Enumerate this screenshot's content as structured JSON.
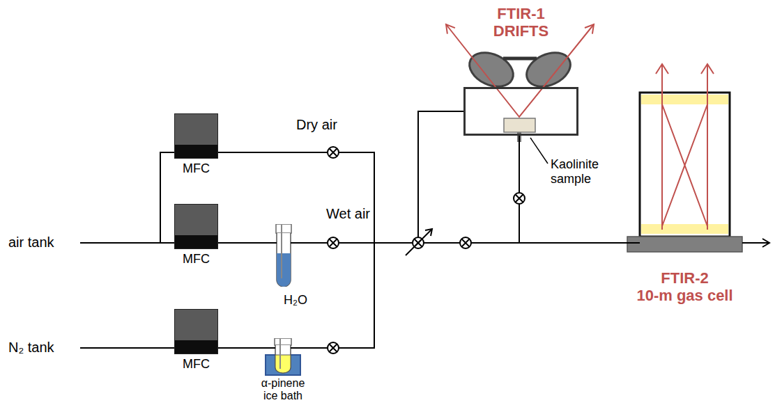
{
  "diagram": {
    "nodes": [
      {
        "text": [
          "MFC"
        ]
      },
      {
        "text": [
          "MFC"
        ]
      },
      {
        "text": [
          "H₂O"
        ]
      },
      {
        "text": [
          "MFC"
        ]
      },
      {
        "text": [
          "α-pinene ice bath"
        ]
      },
      {
        "text": [
          "FTIR-1",
          "DRIFTS"
        ]
      },
      {
        "text": [
          "FTIR-2",
          "10-m gas cell"
        ]
      }
    ],
    "edges": [
      {
        "from": 1,
        "to": 2,
        "arrow": "none"
      },
      {
        "from": 3,
        "to": 4,
        "arrow": "none"
      },
      {
        "from": 0,
        "to": 5,
        "arrow": "none"
      },
      {
        "from": 0,
        "to": 6,
        "arrow": "none"
      },
      {
        "from": 2,
        "to": 5,
        "arrow": "none"
      },
      {
        "from": 2,
        "to": 6,
        "arrow": "none"
      },
      {
        "from": 4,
        "to": 5,
        "arrow": "none"
      },
      {
        "from": 4,
        "to": 6,
        "arrow": "none"
      },
      {
        "from": 5,
        "to": 6,
        "arrow": "none"
      }
    ],
    "labels": [
      "Dry air",
      "Wet air",
      "air tank",
      "N₂ tank",
      "Kaolinite sample"
    ]
  }
}
